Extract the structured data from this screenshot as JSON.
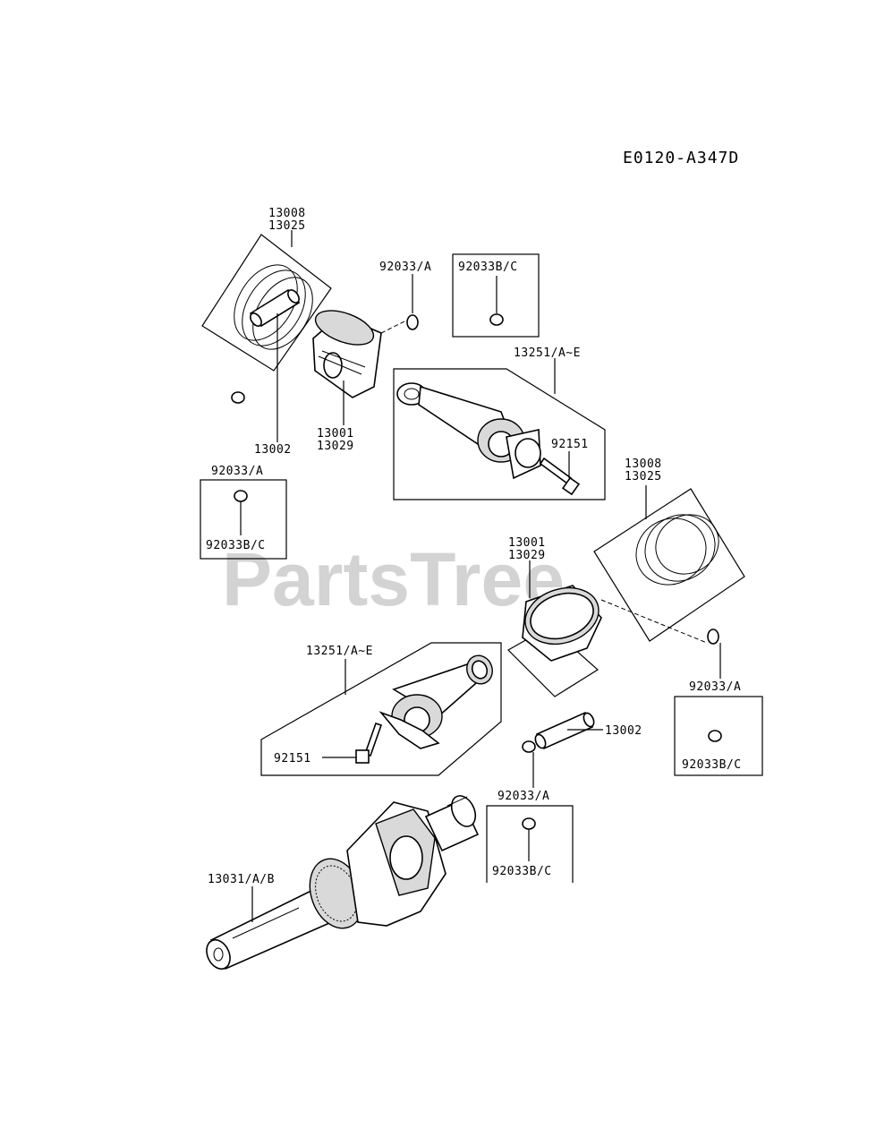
{
  "diagram_code": "E0120-A347D",
  "watermark": "PartsTree",
  "labels": {
    "rings_top": "13008",
    "rings_top_alt": "13025",
    "clip_top": "92033/A",
    "clip_box_top": "92033B/C",
    "conrod_top": "13251/A~E",
    "bolt_top": "92151",
    "pin_top": "13002",
    "piston_top": "13001",
    "piston_top_alt": "13029",
    "clip_box_left_a": "92033/A",
    "clip_box_left_bc": "92033B/C",
    "rings_right": "13008",
    "rings_right_alt": "13025",
    "piston_right": "13001",
    "piston_right_alt": "13029",
    "clip_right_a": "92033/A",
    "clip_right_bc": "92033B/C",
    "conrod_bottom": "13251/A~E",
    "bolt_bottom": "92151",
    "pin_right": "13002",
    "clip_bottom_a": "92033/A",
    "clip_bottom_bc": "92033B/C",
    "crankshaft": "13031/A/B"
  }
}
